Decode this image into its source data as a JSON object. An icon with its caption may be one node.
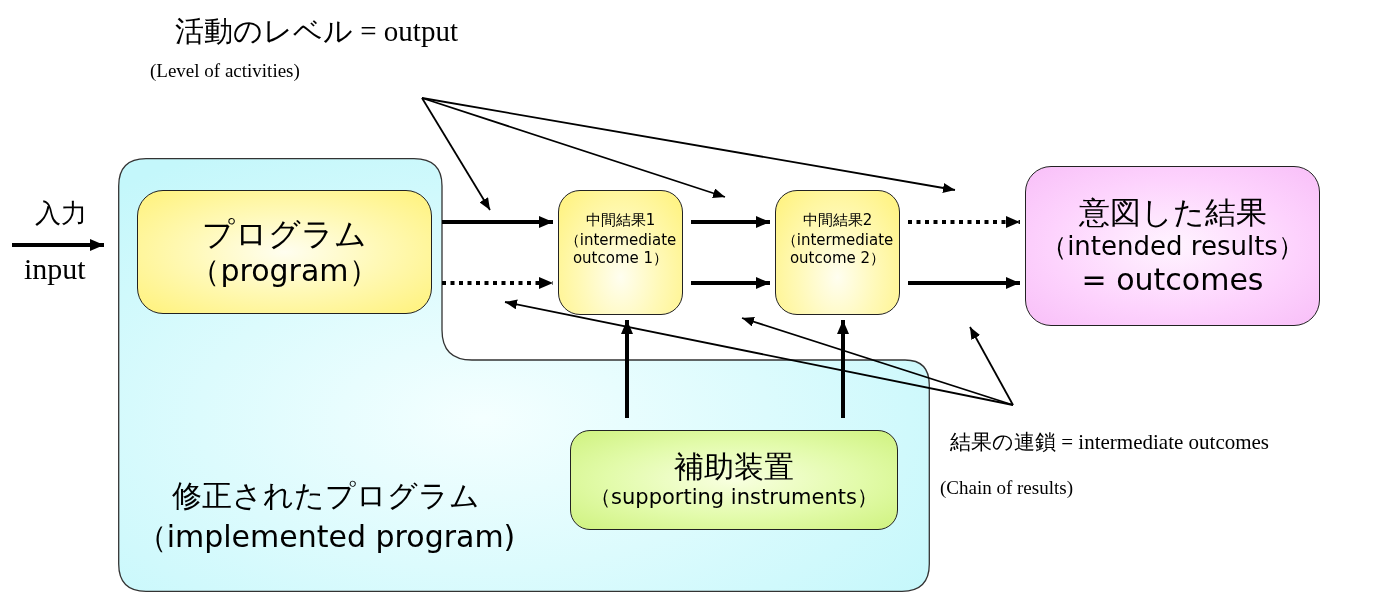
{
  "diagram": {
    "nodes": [
      {
        "text": [
          "修正されたプログラム",
          "（implemented program)"
        ]
      },
      {
        "text": [
          "プログラム",
          "（program）"
        ],
        "in": 0
      },
      {
        "text": [
          "中間結果1",
          "（intermediate outcome 1）"
        ]
      },
      {
        "text": [
          "中間結果2",
          "（intermediate outcome 2）"
        ]
      },
      {
        "text": [
          "意図した結果",
          "（intended results）",
          "= outcomes"
        ]
      },
      {
        "text": [
          "補助装置",
          "（supporting instruments）"
        ],
        "in": 0
      },
      {
        "text": [
          "活動のレベル = output",
          "(Level of activities)"
        ]
      },
      {
        "text": [
          "結果の連鎖 = intermediate outcomes",
          "(Chain of results)"
        ]
      }
    ],
    "edges": [
      {
        "from": null,
        "to": 0,
        "arrow": "to",
        "label": "入力"
      },
      {
        "from": 1,
        "to": 2,
        "arrow": "to"
      },
      {
        "from": 1,
        "to": 2,
        "arrow": "to",
        "style": "dashed"
      },
      {
        "from": 2,
        "to": 3,
        "arrow": "to"
      },
      {
        "from": 2,
        "to": 3,
        "arrow": "to"
      },
      {
        "from": 3,
        "to": 4,
        "arrow": "to",
        "style": "dashed"
      },
      {
        "from": 3,
        "to": 4,
        "arrow": "to"
      },
      {
        "from": 5,
        "to": 2,
        "arrow": "to"
      },
      {
        "from": 5,
        "to": 3,
        "arrow": "to"
      },
      {
        "from": 6,
        "to": null,
        "arrow": "to"
      },
      {
        "from": 6,
        "to": null,
        "arrow": "to"
      },
      {
        "from": 6,
        "to": null,
        "arrow": "to"
      },
      {
        "from": 7,
        "to": null,
        "arrow": "to"
      },
      {
        "from": 7,
        "to": 3,
        "arrow": "to"
      },
      {
        "from": 7,
        "to": null,
        "arrow": "to"
      }
    ],
    "labels": [
      "input"
    ]
  }
}
